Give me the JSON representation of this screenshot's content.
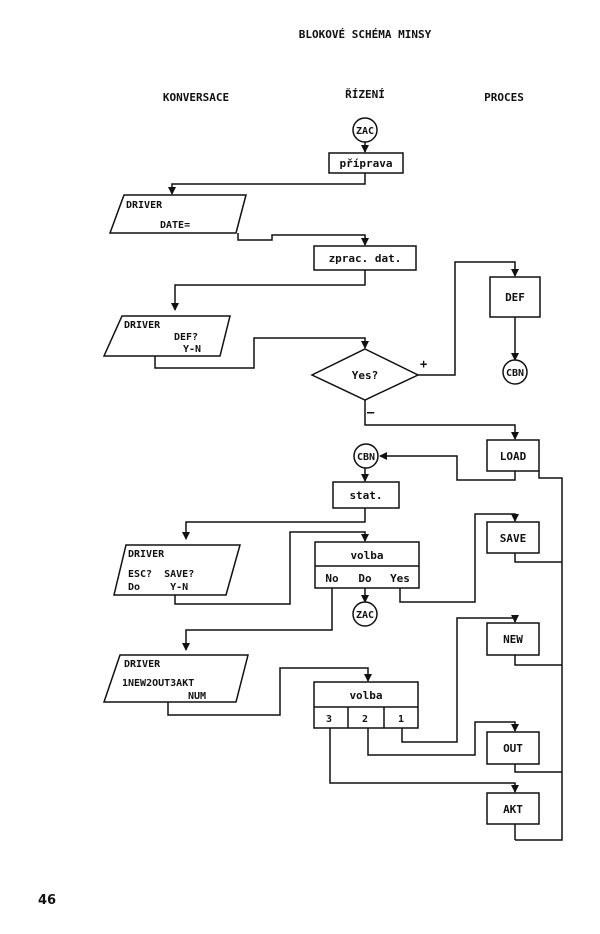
{
  "title": "BLOKOVÉ SCHÉMA MINSY",
  "columns": {
    "left": "KONVERSACE",
    "center": "ŘÍZENÍ",
    "right": "PROCES"
  },
  "connectors": {
    "zac_top": "ZAC",
    "zac_bottom": "ZAC",
    "cbn_right": "CBN",
    "cbn_center": "CBN"
  },
  "boxes": {
    "priprava": "příprava",
    "zprac": "zprac. dat.",
    "stat": "stat.",
    "def": "DEF",
    "load": "LOAD",
    "save": "SAVE",
    "new": "NEW",
    "out": "OUT",
    "akt": "AKT"
  },
  "decision": {
    "label": "Yes?",
    "plus": "+",
    "minus": "–"
  },
  "drivers": {
    "d1": {
      "title": "DRIVER",
      "line1": "DATE="
    },
    "d2": {
      "title": "DRIVER",
      "line1": "DEF?",
      "line2": "Y-N"
    },
    "d3": {
      "title": "DRIVER",
      "line1": "ESC?  SAVE?",
      "line2": "Do     Y-N"
    },
    "d4": {
      "title": "DRIVER",
      "line1": "1NEW2OUT3AKT",
      "line2": "NUM"
    }
  },
  "volba1": {
    "title": "volba",
    "opts": [
      "No",
      "Do",
      "Yes"
    ]
  },
  "volba2": {
    "title": "volba",
    "opts": [
      "3",
      "2",
      "1"
    ]
  },
  "page_number": "46"
}
